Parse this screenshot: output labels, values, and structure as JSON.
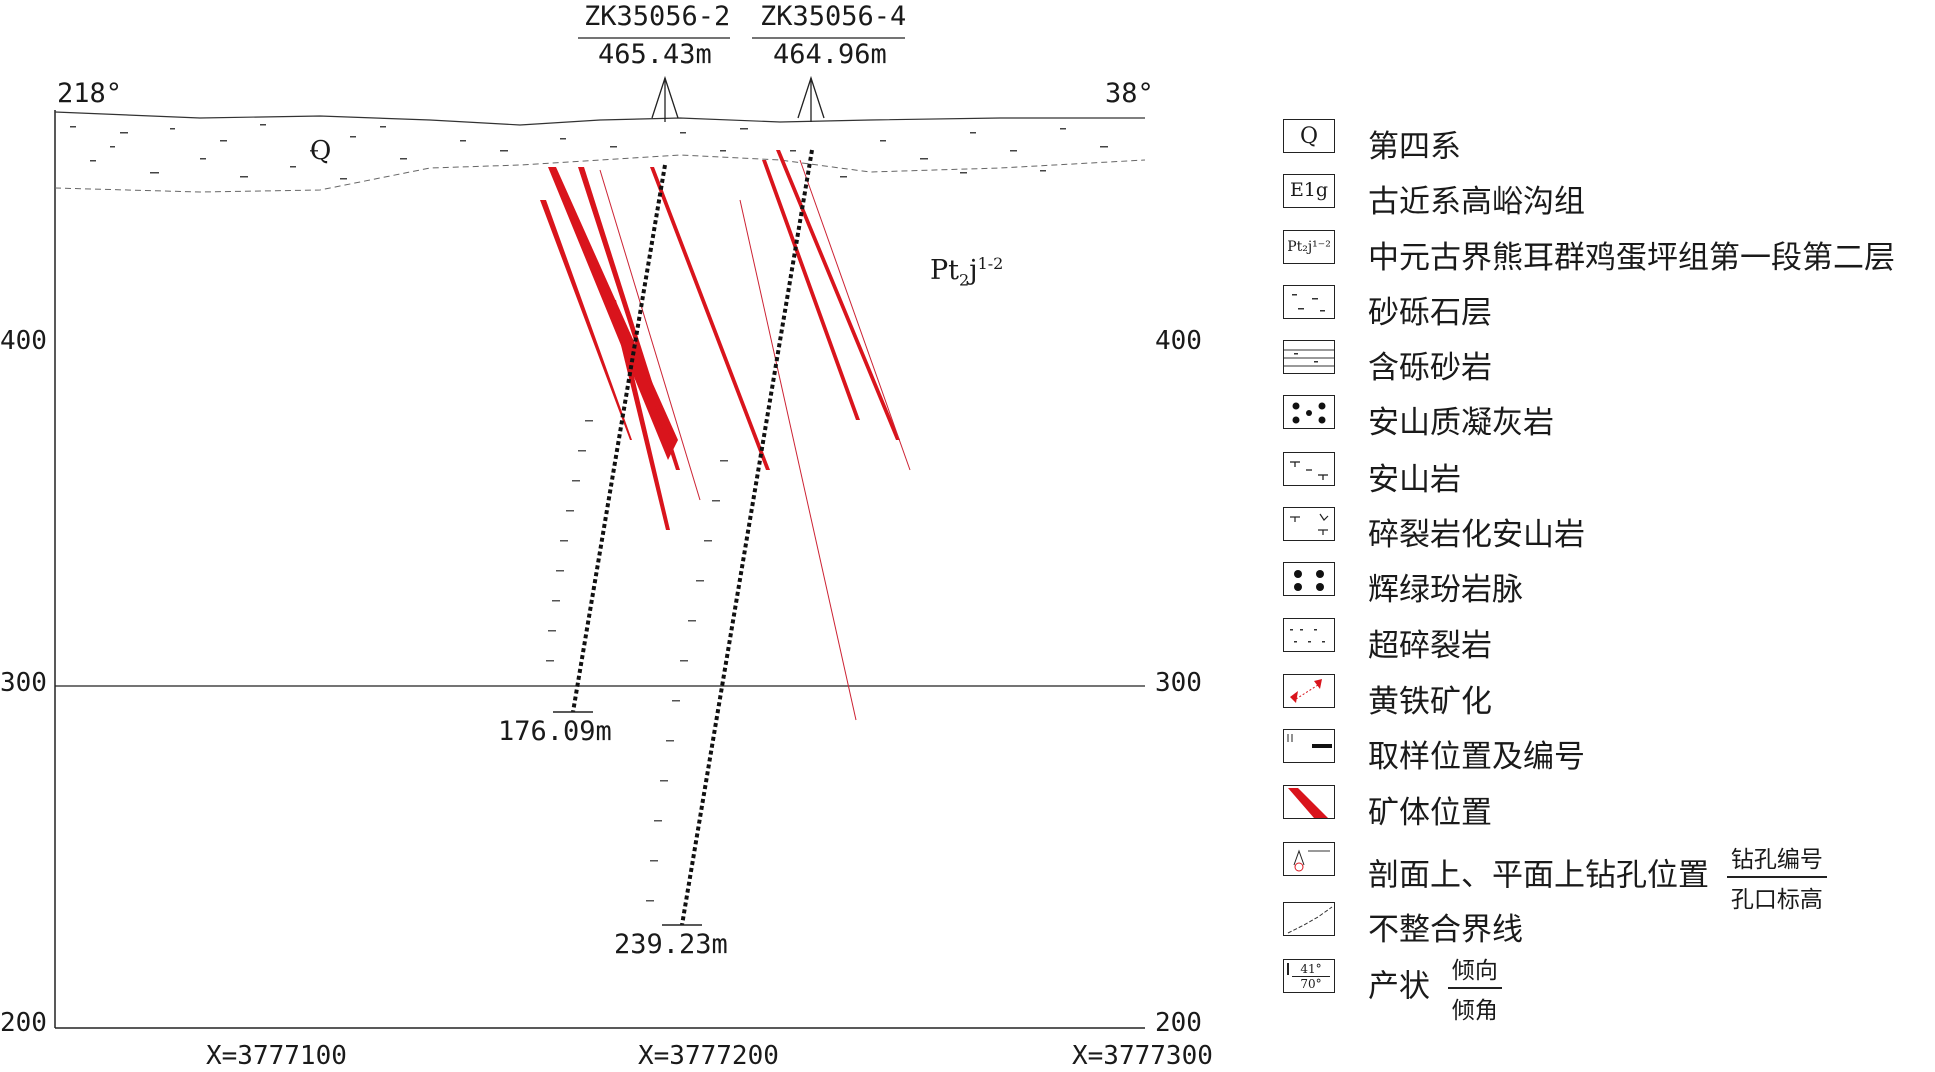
{
  "boreholes": [
    {
      "id": "ZK35056-2",
      "collar_elevation": "465.43m",
      "depth": "176.09m"
    },
    {
      "id": "ZK35056-4",
      "collar_elevation": "464.96m",
      "depth": "239.23m"
    }
  ],
  "orientation": {
    "left": "218°",
    "right": "38°"
  },
  "elevation_ticks": {
    "left": [
      "400",
      "300",
      "200"
    ],
    "right": [
      "400",
      "300",
      "200"
    ]
  },
  "coordinate_ticks": [
    "X=3777100",
    "X=3777200",
    "X=3777300"
  ],
  "strata_labels": {
    "quaternary": "Q",
    "formation": "Pt",
    "formation_sub": "2",
    "formation_j": "j",
    "formation_sup": "1-2"
  },
  "colors": {
    "ore": "#d9141c",
    "line": "#222222",
    "sample": "#111111"
  },
  "legend": [
    {
      "symbol": "q-box",
      "symbol_text": "Q",
      "label": "第四系"
    },
    {
      "symbol": "e1g-box",
      "symbol_text": "E1g",
      "label": "古近系高峪沟组"
    },
    {
      "symbol": "pt-box",
      "symbol_text": "Pt₂j¹⁻²",
      "label": "中元古界熊耳群鸡蛋坪组第一段第二层"
    },
    {
      "symbol": "gravel-box",
      "symbol_text": "",
      "label": "砂砾石层"
    },
    {
      "symbol": "conglomerate-sandstone-box",
      "symbol_text": "",
      "label": "含砾砂岩"
    },
    {
      "symbol": "andesitic-tuff-box",
      "symbol_text": "",
      "label": "安山质凝灰岩"
    },
    {
      "symbol": "andesite-box",
      "symbol_text": "",
      "label": "安山岩"
    },
    {
      "symbol": "cataclastic-andesite-box",
      "symbol_text": "",
      "label": "碎裂岩化安山岩"
    },
    {
      "symbol": "diabase-dike-box",
      "symbol_text": "",
      "label": "辉绿玢岩脉"
    },
    {
      "symbol": "ultracataclasite-box",
      "symbol_text": "",
      "label": "超碎裂岩"
    },
    {
      "symbol": "pyritization-box",
      "symbol_text": "",
      "label": "黄铁矿化"
    },
    {
      "symbol": "sample-box",
      "symbol_text": "",
      "label": "取样位置及编号"
    },
    {
      "symbol": "orebody-box",
      "symbol_text": "",
      "label": "矿体位置"
    },
    {
      "symbol": "drillhole-box",
      "symbol_text": "",
      "label": "剖面上、平面上钻孔位置",
      "frac_top": "钻孔编号",
      "frac_bottom": "孔口标高"
    },
    {
      "symbol": "unconformity-box",
      "symbol_text": "",
      "label": "不整合界线"
    },
    {
      "symbol": "attitude-box",
      "symbol_text": "",
      "label": "产状",
      "frac_top": "倾向",
      "frac_bottom": "倾角",
      "box_top": "41°",
      "box_bottom": "70°"
    }
  ]
}
